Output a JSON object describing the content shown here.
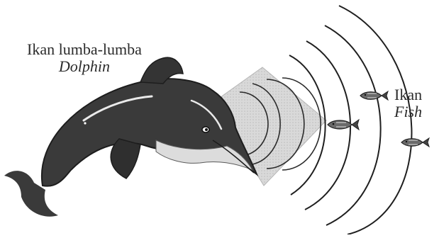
{
  "labels": {
    "dolphin_ms": "Ikan lumba-lumba",
    "dolphin_en": "Dolphin",
    "fish_ms": "Ikan",
    "fish_en": "Fish"
  },
  "colors": {
    "dolphin_body": "#3a3a3a",
    "dolphin_belly": "#dcdcdc",
    "waves": "#222222",
    "beam": "#cfcfcf",
    "fish": "#555555"
  },
  "icons": [
    "dolphin-icon",
    "fish-icon",
    "sound-wave-icon"
  ]
}
